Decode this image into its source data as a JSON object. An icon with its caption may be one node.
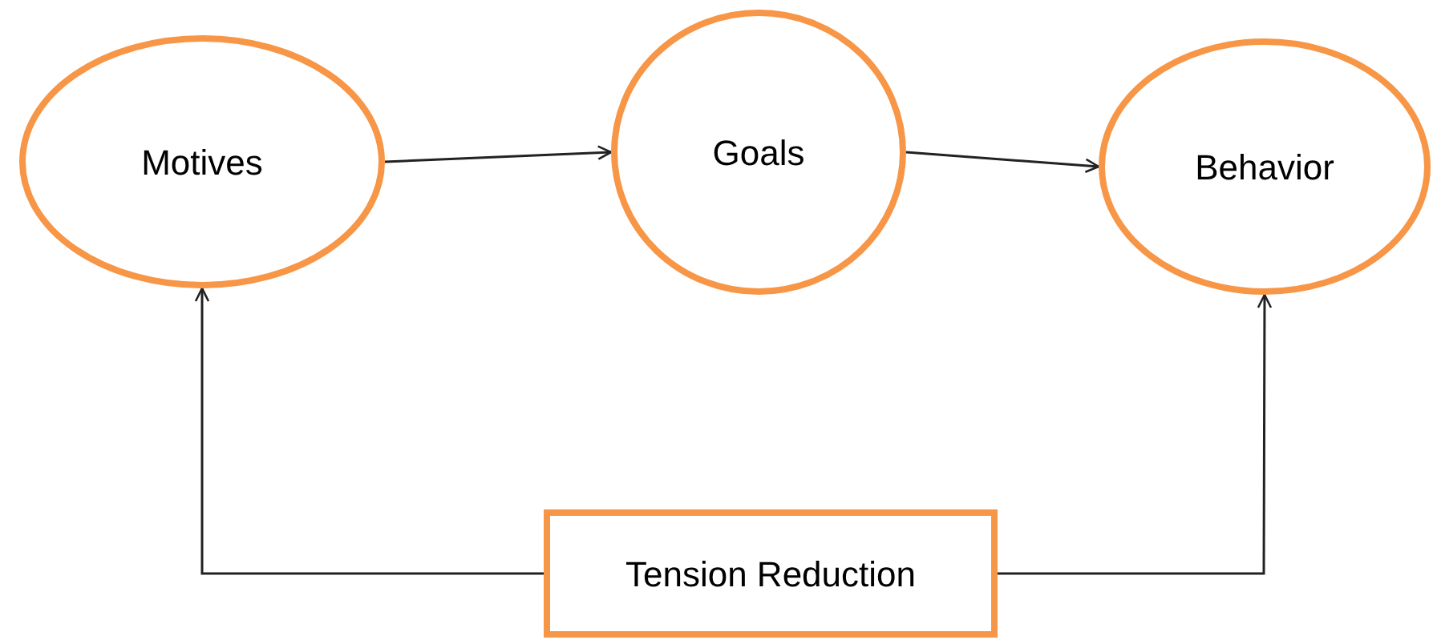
{
  "diagram": {
    "nodes": [
      {
        "text": [
          "Motives"
        ]
      },
      {
        "text": [
          "Goals"
        ]
      },
      {
        "text": [
          "Behavior"
        ]
      },
      {
        "text": [
          "Tension Reduction"
        ]
      }
    ],
    "edges": [
      {
        "from": 0,
        "to": 1,
        "arrow": "to"
      },
      {
        "from": 1,
        "to": 2,
        "arrow": "to"
      },
      {
        "from": 3,
        "to": 0,
        "arrow": "to"
      },
      {
        "from": 3,
        "to": 2,
        "arrow": "to"
      }
    ]
  }
}
